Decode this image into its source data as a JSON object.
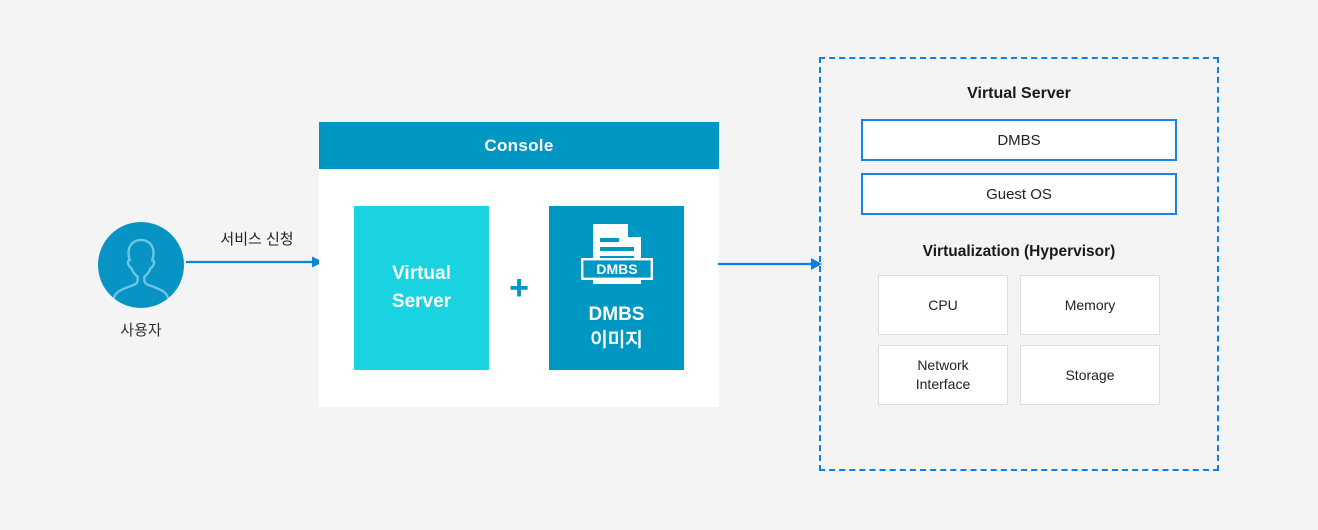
{
  "colors": {
    "background": "#f4f4f4",
    "console_blue": "#0097c3",
    "cyan": "#19d3e0",
    "arrow_blue": "#0b7fea",
    "dashed_border": "#0b7fea",
    "layer_border": "#1a82e8",
    "avatar_blue": "#0794c4"
  },
  "user": {
    "label": "사용자",
    "avatar_icon": "user-silhouette-icon"
  },
  "arrows": {
    "request": {
      "label": "서비스 신청",
      "icon": "arrow-right-icon"
    },
    "provision": {
      "label": "",
      "icon": "arrow-right-icon"
    }
  },
  "console": {
    "header_title": "Console",
    "virtual_server_card": "Virtual\nServer",
    "virtual_server_card_line1": "Virtual",
    "virtual_server_card_line2": "Server",
    "plus_symbol": "+",
    "dmbs_card": {
      "doc_icon": "document-icon",
      "doc_badge_label": "DMBS",
      "label_line1": "DMBS",
      "label_line2": "이미지"
    }
  },
  "virtual_server": {
    "title": "Virtual Server",
    "layers": [
      {
        "label": "DMBS"
      },
      {
        "label": "Guest OS"
      }
    ],
    "hypervisor": {
      "title": "Virtualization (Hypervisor)",
      "resources": [
        {
          "label": "CPU"
        },
        {
          "label": "Memory"
        },
        {
          "label": "Network\nInterface"
        },
        {
          "label": "Storage"
        }
      ],
      "resource_labels": {
        "cpu": "CPU",
        "memory": "Memory",
        "network_interface_line1": "Network",
        "network_interface_line2": "Interface",
        "storage": "Storage"
      }
    }
  }
}
